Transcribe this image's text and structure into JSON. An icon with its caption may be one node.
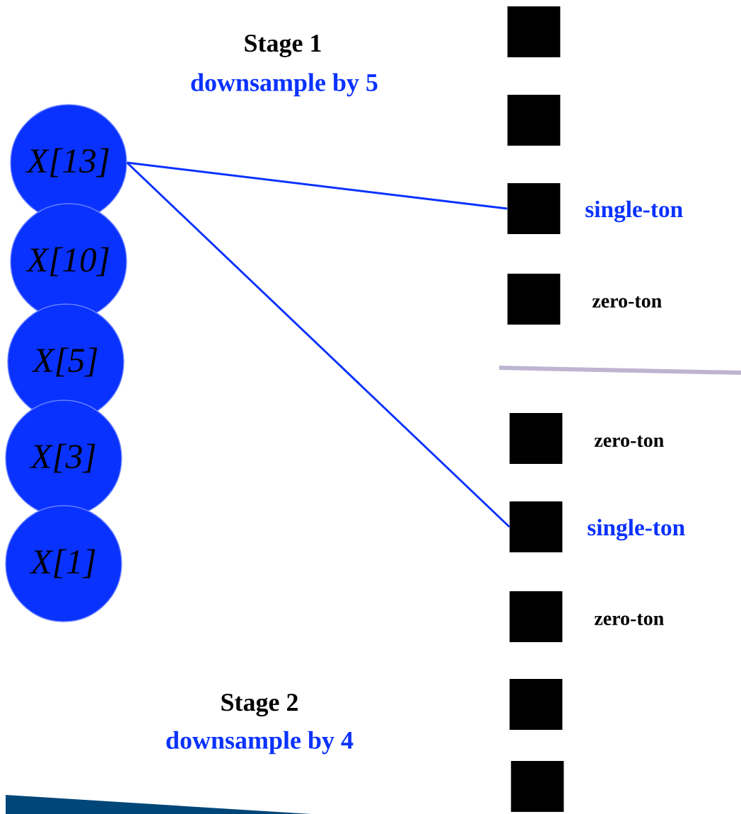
{
  "diagram": {
    "nodes": [
      {
        "text": [
          "X[13]"
        ]
      },
      {
        "text": [
          "X[10]"
        ]
      },
      {
        "text": [
          "X[5]"
        ]
      },
      {
        "text": [
          "X[3]"
        ]
      },
      {
        "text": [
          "X[1]"
        ]
      },
      {
        "text": [],
        "shape": "box"
      },
      {
        "text": [],
        "shape": "box"
      },
      {
        "text": [],
        "shape": "box",
        "beside": [
          "single-ton"
        ]
      },
      {
        "text": [],
        "shape": "box",
        "beside": [
          "zero-ton"
        ]
      },
      {
        "text": [],
        "shape": "box",
        "beside": [
          "zero-ton"
        ]
      },
      {
        "text": [],
        "shape": "box",
        "beside": [
          "single-ton"
        ]
      },
      {
        "text": [],
        "shape": "box",
        "beside": [
          "zero-ton"
        ]
      },
      {
        "text": [],
        "shape": "box"
      },
      {
        "text": [],
        "shape": "box"
      }
    ],
    "edges": [
      {
        "from": 0,
        "to": 7,
        "arrow": "none"
      },
      {
        "from": 0,
        "to": 10,
        "arrow": "none"
      }
    ],
    "labels": [
      "Stage 1",
      "downsample by 5",
      "Stage 2",
      "downsample by 4"
    ]
  }
}
